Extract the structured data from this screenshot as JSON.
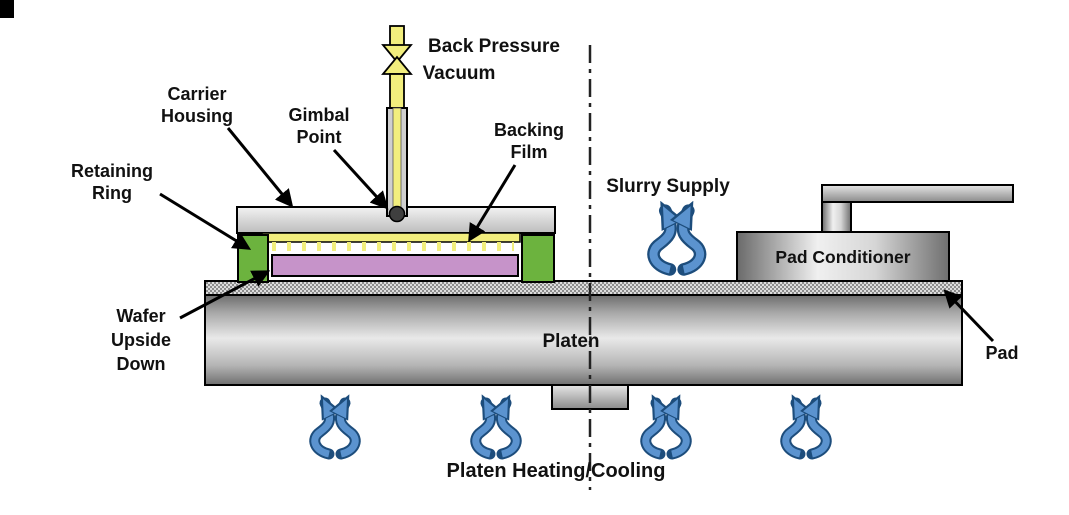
{
  "diagram": {
    "labels": {
      "back_pressure": {
        "line1": "Back Pressure",
        "line2": "Vacuum"
      },
      "carrier_housing": {
        "line1": "Carrier",
        "line2": "Housing"
      },
      "gimbal_point": {
        "line1": "Gimbal",
        "line2": "Point"
      },
      "backing_film": {
        "line1": "Backing",
        "line2": "Film"
      },
      "retaining_ring": {
        "line1": "Retaining",
        "line2": "Ring"
      },
      "slurry_supply": "Slurry Supply",
      "pad_conditioner": "Pad Conditioner",
      "wafer": {
        "line1": "Wafer",
        "line2": "Upside",
        "line3": "Down"
      },
      "platen": "Platen",
      "pad": "Pad",
      "platen_heating_cooling": "Platen Heating/Cooling"
    },
    "colors": {
      "vacuum_yellow": "#f2ee7d",
      "backing_film_yellow": "#f2ee7d",
      "wafer_purple": "#c693c9",
      "retaining_ring_green": "#6cb33e",
      "slurry_blue": "#5b93cf",
      "slurry_blue_dark": "#1d4d7c",
      "label_black": "#111111"
    }
  }
}
